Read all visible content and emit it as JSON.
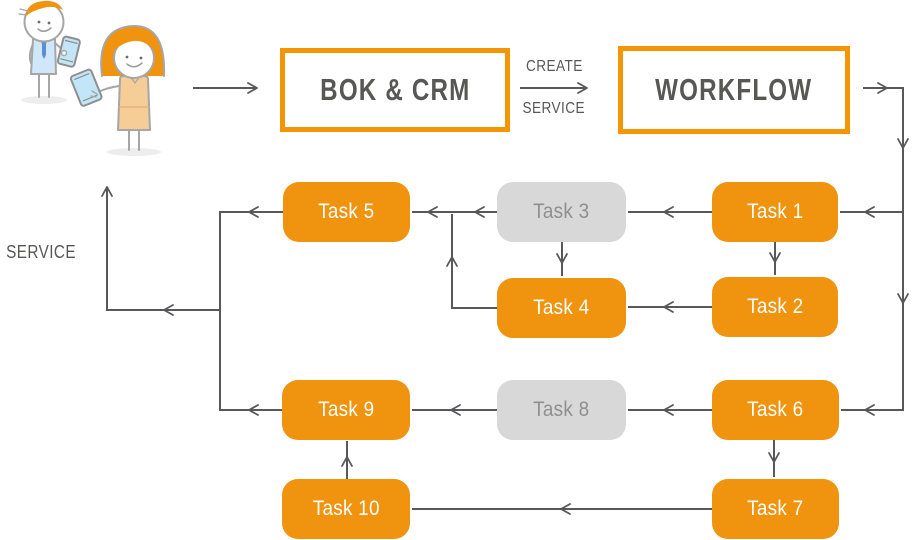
{
  "colors": {
    "node_orange": "#F0930E",
    "box_border_orange": "#F39505",
    "gray_node_bg": "#D8D8D8",
    "gray_node_text": "#8F8F8F",
    "connector_gray": "#58585A",
    "heading_text": "#575756",
    "node_text": "#FFFFFF"
  },
  "icons": {
    "people_illustration": "two-people-with-mobile-devices"
  },
  "header": {
    "bok_crm_label": "BOK & CRM",
    "workflow_label": "WORKFLOW",
    "create_arrow_top_label": "CREATE",
    "create_arrow_bottom_label": "SERVICE"
  },
  "output_label": "SERVICE",
  "tasks": [
    {
      "label": "Task 1",
      "variant": "orange"
    },
    {
      "label": "Task 2",
      "variant": "orange"
    },
    {
      "label": "Task 3",
      "variant": "gray"
    },
    {
      "label": "Task 4",
      "variant": "orange"
    },
    {
      "label": "Task 5",
      "variant": "orange"
    },
    {
      "label": "Task 6",
      "variant": "orange"
    },
    {
      "label": "Task 7",
      "variant": "orange"
    },
    {
      "label": "Task 8",
      "variant": "gray"
    },
    {
      "label": "Task 9",
      "variant": "orange"
    },
    {
      "label": "Task 10",
      "variant": "orange"
    }
  ],
  "edges": [
    {
      "from": "customers",
      "to": "BOK & CRM"
    },
    {
      "from": "BOK & CRM",
      "to": "WORKFLOW",
      "label": "CREATE SERVICE"
    },
    {
      "from": "WORKFLOW",
      "to": "Task 1"
    },
    {
      "from": "WORKFLOW",
      "to": "Task 6"
    },
    {
      "from": "Task 1",
      "to": "Task 3"
    },
    {
      "from": "Task 1",
      "to": "Task 2"
    },
    {
      "from": "Task 2",
      "to": "Task 4"
    },
    {
      "from": "Task 3",
      "to": "Task 4"
    },
    {
      "from": "Task 3",
      "to": "Task 5"
    },
    {
      "from": "Task 4",
      "to": "Task 5"
    },
    {
      "from": "Task 5",
      "to": "SERVICE"
    },
    {
      "from": "Task 6",
      "to": "Task 8"
    },
    {
      "from": "Task 6",
      "to": "Task 7"
    },
    {
      "from": "Task 7",
      "to": "Task 10"
    },
    {
      "from": "Task 8",
      "to": "Task 9"
    },
    {
      "from": "Task 10",
      "to": "Task 9"
    },
    {
      "from": "Task 9",
      "to": "SERVICE"
    }
  ]
}
